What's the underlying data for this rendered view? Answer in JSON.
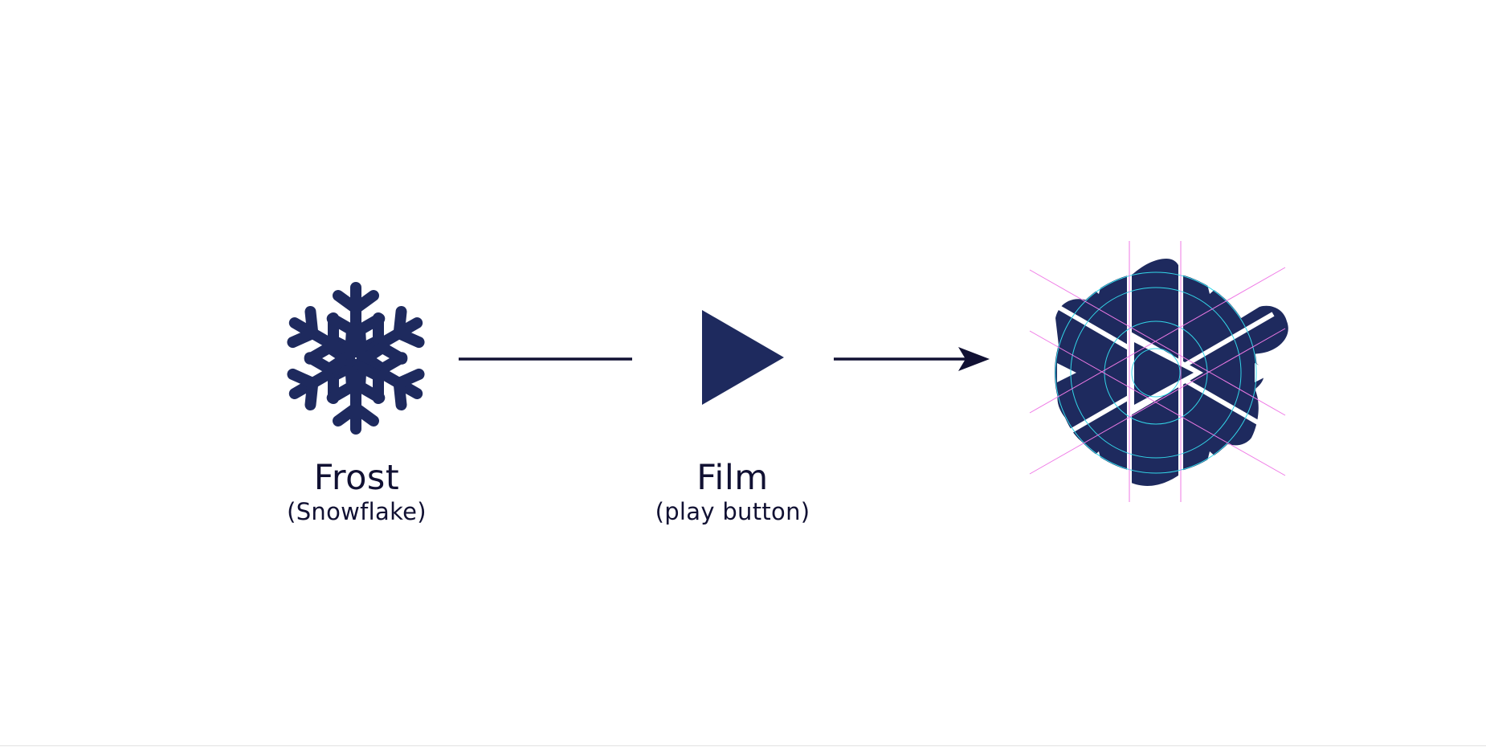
{
  "colors": {
    "icon": "#1e2a5e",
    "text": "#111133",
    "guide_circle": "#33d6e8",
    "guide_line": "#ef7ae6"
  },
  "frost": {
    "title": "Frost",
    "subtitle": "(Snowflake)",
    "icon": "snowflake-icon"
  },
  "film": {
    "title": "Film",
    "subtitle": "(play button)",
    "icon": "play-button-icon"
  },
  "result": {
    "icon": "frost-film-logo-construction"
  }
}
